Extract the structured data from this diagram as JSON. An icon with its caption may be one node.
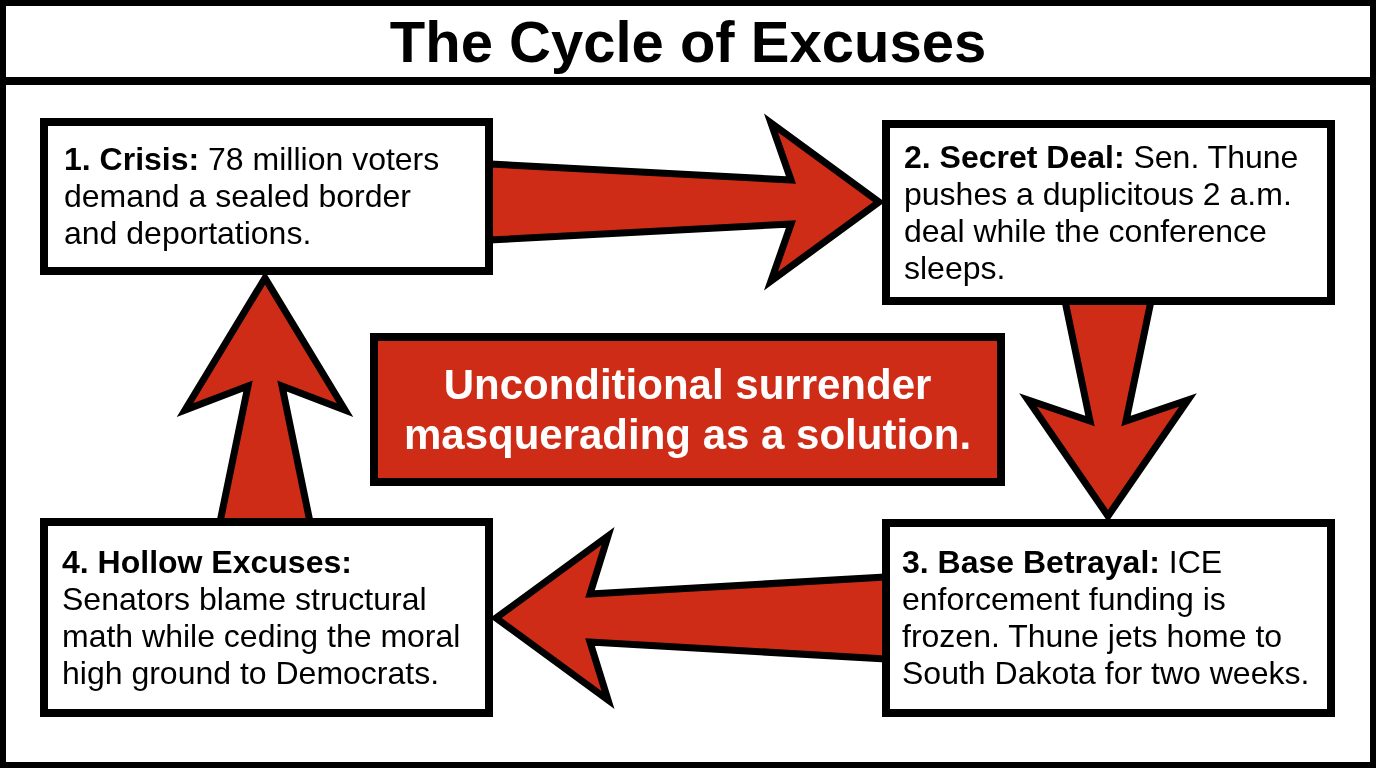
{
  "diagram": {
    "title": "The Cycle of Excuses",
    "nodes": [
      {
        "text": [
          "**1. Crisis:** 78 million voters demand a sealed border and deportations."
        ]
      },
      {
        "text": [
          "**2. Secret Deal:** Sen. Thune pushes a duplicitous 2 a.m. deal while the conference sleeps."
        ]
      },
      {
        "text": [
          "Unconditional surrender masquerading as a solution."
        ]
      },
      {
        "text": [
          "**3. Base Betrayal:** ICE enforcement funding is frozen. Thune jets home to South Dakota for two weeks."
        ]
      },
      {
        "text": [
          "**4. Hollow Excuses:** Senators blame structural math while ceding the moral high ground to Democrats."
        ]
      }
    ],
    "edges": [
      {
        "from": 0,
        "to": 1,
        "arrow": "to"
      },
      {
        "from": 1,
        "to": 3,
        "arrow": "to"
      },
      {
        "from": 3,
        "to": 4,
        "arrow": "to"
      },
      {
        "from": 4,
        "to": 0,
        "arrow": "to"
      }
    ]
  }
}
